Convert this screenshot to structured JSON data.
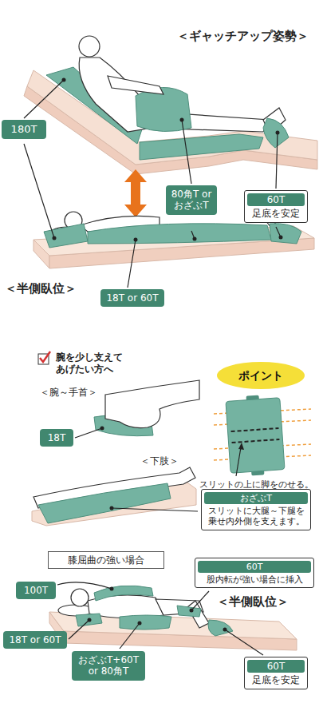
{
  "diagram": {
    "nodes": [
      {
        "text": [
          "180T"
        ]
      },
      {
        "text": [
          "80角T or おざぶT"
        ]
      },
      {
        "text": [
          "60T",
          "足底を安定"
        ]
      },
      {
        "text": [
          "18T or 60T"
        ]
      },
      {
        "text": [
          "ポイント"
        ]
      },
      {
        "text": [
          "18T"
        ]
      },
      {
        "text": [
          "おざぶT",
          "スリットに大腿～下腿を 乗せ内外側を支えます。"
        ]
      },
      {
        "text": [
          "膝屈曲の強い場合"
        ]
      },
      {
        "text": [
          "60T",
          "股内転が強い場合に挿入"
        ]
      },
      {
        "text": [
          "100T"
        ]
      },
      {
        "text": [
          "18T or 60T"
        ]
      },
      {
        "text": [
          "おざぶT+60T or 80角T"
        ]
      },
      {
        "text": [
          "60T",
          "足底を安定"
        ]
      }
    ],
    "labels": [
      "＜ギャッチアップ姿勢＞",
      "＜半側臥位＞",
      "腕を少し支えて あげたい方へ",
      "＜腕～手首＞",
      "＜下肢＞",
      "スリットの上に脚をのせる。",
      "＜半側臥位＞"
    ]
  }
}
